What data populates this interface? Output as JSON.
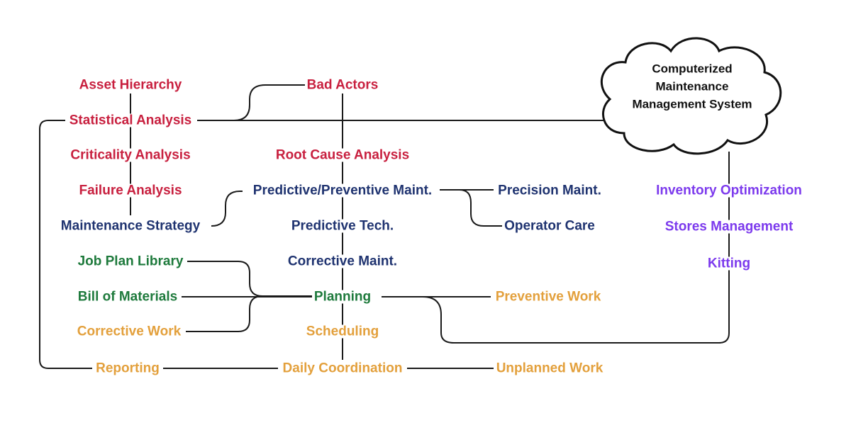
{
  "colors": {
    "red": "#c8203f",
    "navy": "#1f3370",
    "green": "#1e7a3c",
    "orange": "#e3a03c",
    "purple": "#7c3aed",
    "line": "#1a1a1a"
  },
  "cloud": {
    "lines": [
      "Computerized",
      "Maintenance",
      "Management System"
    ]
  },
  "nodes": {
    "asset_hierarchy": "Asset Hierarchy",
    "statistical_analysis": "Statistical Analysis",
    "criticality_analysis": "Criticality Analysis",
    "failure_analysis": "Failure Analysis",
    "maintenance_strategy": "Maintenance Strategy",
    "bad_actors": "Bad Actors",
    "root_cause_analysis": "Root Cause Analysis",
    "predictive_preventive_maint": "Predictive/Preventive Maint.",
    "predictive_tech": "Predictive Tech.",
    "corrective_maint": "Corrective Maint.",
    "precision_maint": "Precision Maint.",
    "operator_care": "Operator Care",
    "inventory_optimization": "Inventory Optimization",
    "stores_management": "Stores Management",
    "kitting": "Kitting",
    "job_plan_library": "Job Plan Library",
    "bill_of_materials": "Bill of Materials",
    "corrective_work": "Corrective Work",
    "planning": "Planning",
    "scheduling": "Scheduling",
    "daily_coordination": "Daily Coordination",
    "preventive_work": "Preventive Work",
    "reporting": "Reporting",
    "unplanned_work": "Unplanned Work"
  }
}
